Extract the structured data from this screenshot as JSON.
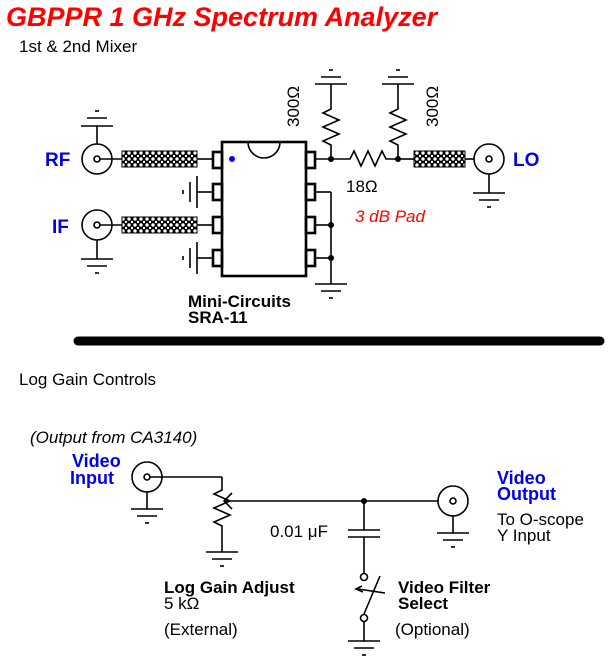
{
  "title": "GBPPR 1 GHz Spectrum Analyzer",
  "colors": {
    "title": "#ff0000",
    "port_labels": "#0000ee",
    "pad_label": "#ff0000",
    "pin1_dot": "#0000ee"
  },
  "mixer_section": {
    "heading": "1st & 2nd Mixer",
    "ports": {
      "rf": "RF",
      "if": "IF",
      "lo": "LO"
    },
    "resistors": {
      "shunt_left": "300Ω",
      "shunt_right": "300Ω",
      "series": "18Ω"
    },
    "pad_label": "3 dB Pad",
    "chip": {
      "maker": "Mini-Circuits",
      "model": "SRA-11"
    }
  },
  "log_gain_section": {
    "heading": "Log Gain Controls",
    "source_note": "(Output from CA3140)",
    "video_input": [
      "Video",
      "Input"
    ],
    "video_output": [
      "Video",
      "Output"
    ],
    "output_dest": [
      "To O-scope",
      "Y Input"
    ],
    "capacitor": "0.01 μF",
    "pot": {
      "name": "Log Gain Adjust",
      "value": "5 kΩ",
      "note": "(External)"
    },
    "switch": {
      "name": [
        "Video Filter",
        "Select"
      ],
      "note": "(Optional)"
    }
  }
}
